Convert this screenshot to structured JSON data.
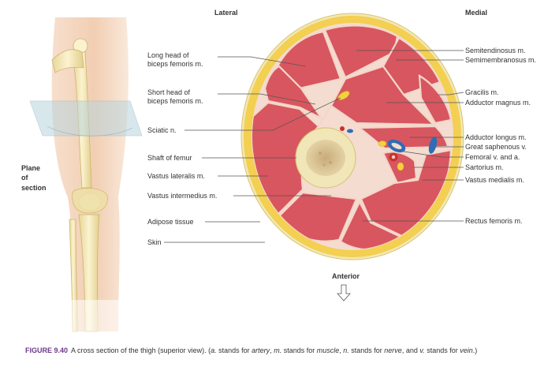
{
  "headers": {
    "lateral": "Lateral",
    "medial": "Medial",
    "anterior": "Anterior",
    "plane": [
      "Plane",
      "of",
      "section"
    ]
  },
  "left_labels": [
    [
      "Long head of",
      "biceps femoris m."
    ],
    [
      "Short head of",
      "biceps femoris m."
    ],
    [
      "Sciatic n."
    ],
    [
      "Shaft of femur"
    ],
    [
      "Vastus lateralis m."
    ],
    [
      "Vastus intermedius m."
    ],
    [
      "Adipose tissue"
    ],
    [
      "Skin"
    ]
  ],
  "right_labels": [
    "Semitendinosus m.",
    "Semimembranosus m.",
    "Gracilis m.",
    "Adductor magnus m.",
    "Adductor longus m.",
    "Great saphenous v.",
    "Femoral v. and a.",
    "Sartorius m.",
    "Vastus medialis m.",
    "Rectus femoris m."
  ],
  "caption": {
    "figure": "FIGURE 9.40",
    "t1": "A cross section of the thigh (superior view). (",
    "a": "a.",
    "t2": " stands for ",
    "artery": "artery",
    "t3": ", ",
    "m": "m.",
    "t4": " stands for ",
    "muscle": "muscle",
    "t5": ", ",
    "n": "n.",
    "t6": " stands for ",
    "nerve": "nerve",
    "t7": ", and ",
    "v": "v.",
    "t8": " stands for ",
    "vein": "vein",
    "t9": ".)"
  },
  "colors": {
    "muscle": "#d8565f",
    "fat": "#f3cf52",
    "bone": "#f1e6b8",
    "marrow": "#d2b88a",
    "vein": "#2f6db5",
    "artery": "#c8322b"
  }
}
